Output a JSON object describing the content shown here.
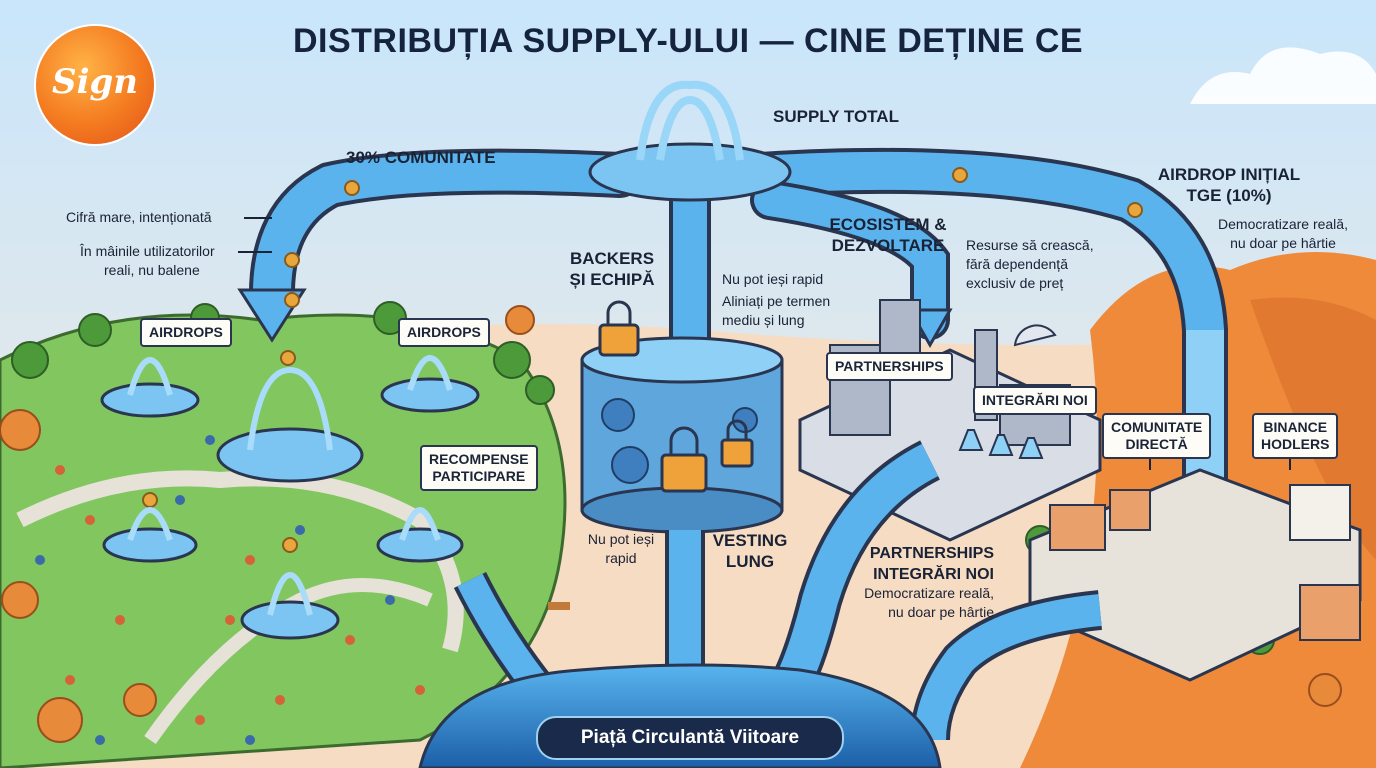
{
  "title": "DISTRIBUȚIA SUPPLY-ULUI — CINE DEȚINE CE",
  "logo": {
    "text": "Sign"
  },
  "source": {
    "label": "SUPPLY TOTAL"
  },
  "community": {
    "label": "30% COMUNITATE",
    "note1": "Cifră mare, intenționată",
    "note2_line1": "În mâinile utilizatorilor",
    "note2_line2": "reali, nu balene",
    "sign_airdrops_left": "AIRDROPS",
    "sign_airdrops_right": "AIRDROPS",
    "sign_rewards_line1": "RECOMPENSE",
    "sign_rewards_line2": "PARTICIPARE"
  },
  "backers": {
    "label_line1": "BACKERS",
    "label_line2": "ȘI ECHIPĂ",
    "note1": "Nu pot ieși rapid",
    "note2_line1": "Aliniați pe termen",
    "note2_line2": "mediu și lung",
    "note3_line1": "Nu pot ieși",
    "note3_line2": "rapid",
    "vesting_line1": "VESTING",
    "vesting_line2": "LUNG"
  },
  "ecosystem": {
    "label_line1": "ECOSISTEM &",
    "label_line2": "DEZVOLTARE",
    "note_line1": "Resurse să crească,",
    "note_line2": "fără dependență",
    "note_line3": "exclusiv de preț",
    "sign_partnerships": "PARTNERSHIPS",
    "sign_integrations": "INTEGRĂRI NOI",
    "bottom_line1": "PARTNERSHIPS",
    "bottom_line2": "INTEGRĂRI NOI",
    "bottom_note1": "Democratizare reală,",
    "bottom_note2": "nu doar pe hârtie"
  },
  "airdrop": {
    "label_line1": "AIRDROP INIȚIAL",
    "label_line2": "TGE (10%)",
    "note1": "Democratizare reală,",
    "note2": "nu doar pe hârtie",
    "sign_community_line1": "COMUNITATE",
    "sign_community_line2": "DIRECTĂ",
    "sign_binance_line1": "BINANCE",
    "sign_binance_line2": "HODLERS"
  },
  "market": {
    "label": "Piață Circulantă Viitoare"
  },
  "colors": {
    "sky": "#dcefff",
    "water": "#4ba8e8",
    "water_dark": "#1f6fb8",
    "grass": "#7dc25a",
    "sand": "#f4dcc0",
    "desert": "#ee8a3a",
    "lock": "#f0a23a",
    "coin": "#e9a63c"
  }
}
